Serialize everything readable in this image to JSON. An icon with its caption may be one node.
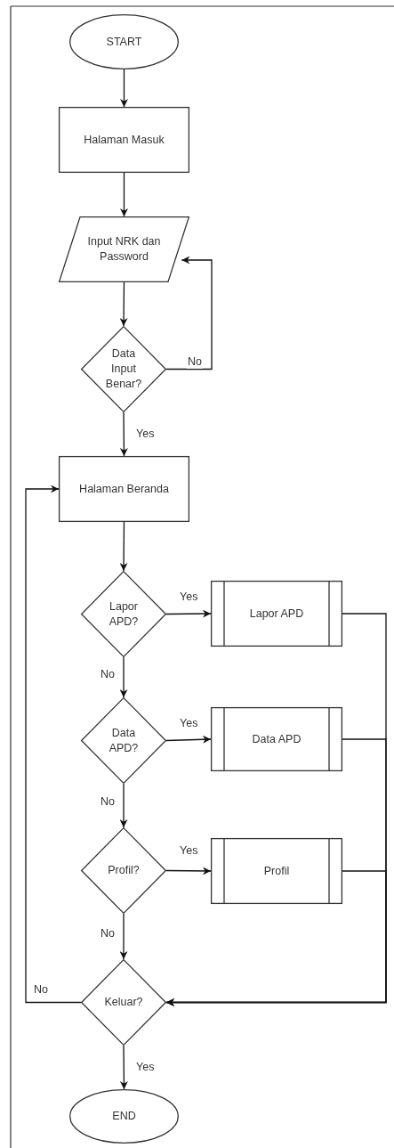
{
  "diagram": {
    "nodes": [
      {
        "text": [
          "START"
        ]
      },
      {
        "text": [
          "Halaman Masuk"
        ]
      },
      {
        "text": [
          "Input NRK dan Password"
        ]
      },
      {
        "text": [
          "Data Input Benar?"
        ]
      },
      {
        "text": [
          "Halaman Beranda"
        ]
      },
      {
        "text": [
          "Lapor APD?"
        ]
      },
      {
        "text": [
          "Lapor APD"
        ]
      },
      {
        "text": [
          "Data APD?"
        ]
      },
      {
        "text": [
          "Data APD"
        ]
      },
      {
        "text": [
          "Profil?"
        ]
      },
      {
        "text": [
          "Profil"
        ]
      },
      {
        "text": [
          "Keluar?"
        ]
      },
      {
        "text": [
          "END"
        ]
      }
    ],
    "edges": [
      {
        "from": 0,
        "to": 1,
        "arrow": "to"
      },
      {
        "from": 1,
        "to": 2,
        "arrow": "to"
      },
      {
        "from": 2,
        "to": 3,
        "arrow": "to"
      },
      {
        "from": 3,
        "to": 2,
        "arrow": "to",
        "label": "No"
      },
      {
        "from": 3,
        "to": 4,
        "arrow": "to",
        "label": "Yes"
      },
      {
        "from": 4,
        "to": 5,
        "arrow": "to"
      },
      {
        "from": 5,
        "to": 6,
        "arrow": "to",
        "label": "Yes"
      },
      {
        "from": 5,
        "to": 7,
        "arrow": "to",
        "label": "No"
      },
      {
        "from": 7,
        "to": 8,
        "arrow": "to",
        "label": "Yes"
      },
      {
        "from": 7,
        "to": 9,
        "arrow": "to",
        "label": "No"
      },
      {
        "from": 9,
        "to": 10,
        "arrow": "to",
        "label": "Yes"
      },
      {
        "from": 9,
        "to": 11,
        "arrow": "to",
        "label": "No"
      },
      {
        "from": 6,
        "to": 11,
        "arrow": "to"
      },
      {
        "from": 8,
        "to": 11,
        "arrow": "to"
      },
      {
        "from": 10,
        "to": 11,
        "arrow": "to"
      },
      {
        "from": 11,
        "to": 4,
        "arrow": "to",
        "label": "No"
      },
      {
        "from": 11,
        "to": 12,
        "arrow": "to",
        "label": "Yes"
      }
    ]
  }
}
